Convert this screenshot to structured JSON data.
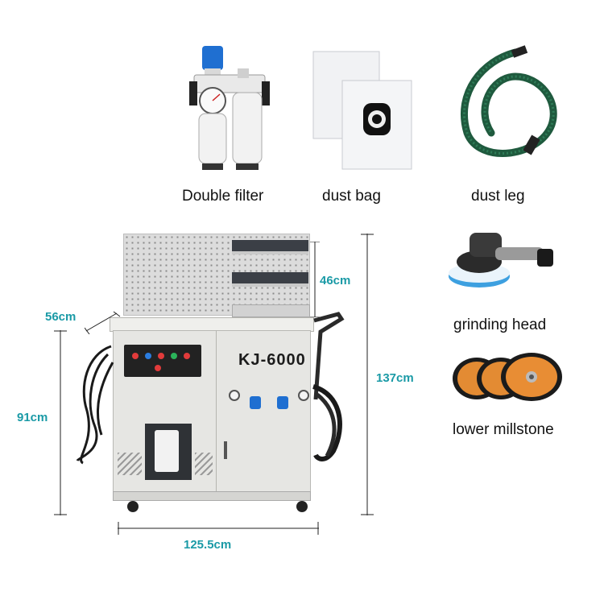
{
  "accessories": {
    "double_filter": "Double filter",
    "dust_bag": "dust bag",
    "dust_leg": "dust leg",
    "grinding_head": "grinding head",
    "lower_millstone": "lower millstone"
  },
  "machine": {
    "model": "KJ-6000"
  },
  "dimensions": {
    "depth": "56cm",
    "board_height": "46cm",
    "total_height": "137cm",
    "cabinet_height": "91cm",
    "width": "125.5cm"
  },
  "colors": {
    "dimension_text": "#1a9aa6",
    "label_text": "#111111",
    "hose_green": "#1f5a3e",
    "filter_blue": "#1f6fd1"
  }
}
